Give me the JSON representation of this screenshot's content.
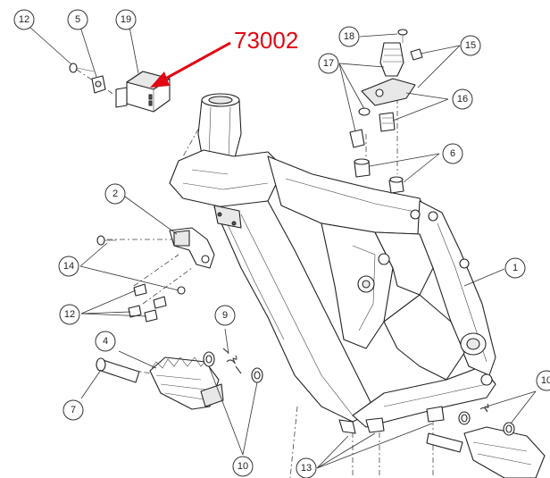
{
  "highlight": {
    "part_number": "73002",
    "color": "#e30613"
  },
  "callouts": [
    {
      "id": "c12a",
      "label": "12"
    },
    {
      "id": "c5",
      "label": "5"
    },
    {
      "id": "c19",
      "label": "19"
    },
    {
      "id": "c18",
      "label": "18"
    },
    {
      "id": "c17",
      "label": "17"
    },
    {
      "id": "c15",
      "label": "15"
    },
    {
      "id": "c16",
      "label": "16"
    },
    {
      "id": "c6",
      "label": "6"
    },
    {
      "id": "c2",
      "label": "2"
    },
    {
      "id": "c14",
      "label": "14"
    },
    {
      "id": "c12b",
      "label": "12"
    },
    {
      "id": "c1",
      "label": "1"
    },
    {
      "id": "c9",
      "label": "9"
    },
    {
      "id": "c4",
      "label": "4"
    },
    {
      "id": "c7",
      "label": "7"
    },
    {
      "id": "c10",
      "label": "10"
    },
    {
      "id": "c13",
      "label": "13"
    },
    {
      "id": "c10r",
      "label": "10"
    }
  ]
}
